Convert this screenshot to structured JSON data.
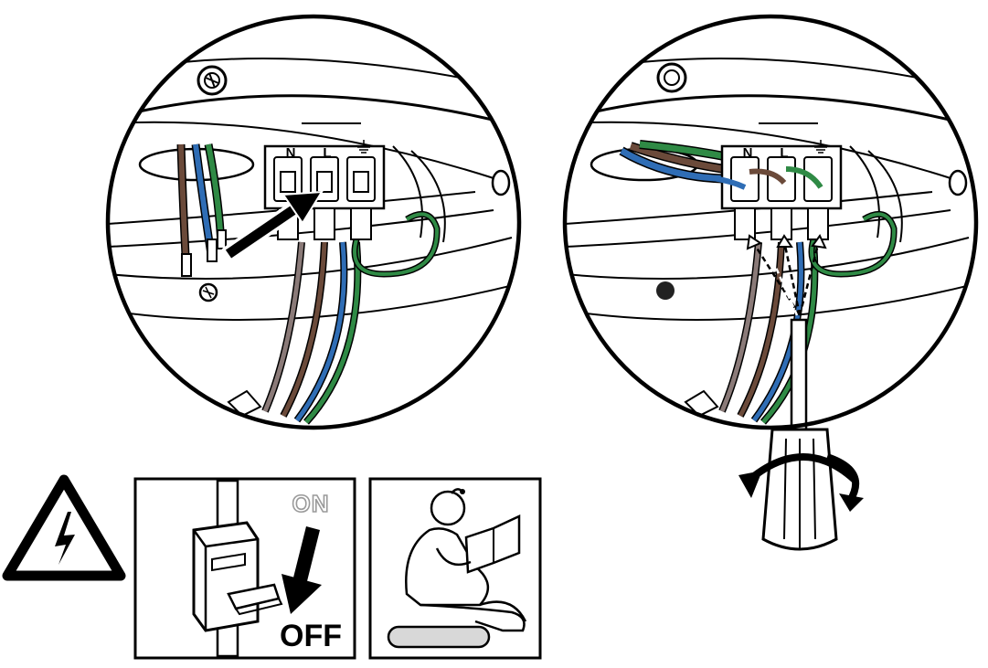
{
  "terminal_labels": {
    "neutral": "N",
    "live": "L"
  },
  "switch_sign": {
    "on_label": "ON",
    "off_label": "OFF"
  },
  "colors": {
    "wire_brown": "#6b4a3a",
    "wire_blue": "#2f6db5",
    "wire_green": "#2f8a45",
    "outline": "#000000",
    "drop_button": "#d8d8d8"
  },
  "icons": [
    "electric-shock-warning-icon",
    "switch-off-breaker-icon",
    "read-manual-icon",
    "terminal-block-icon",
    "screwdriver-icon",
    "rotation-arrow-icon",
    "insert-arrow-icon",
    "ground-symbol-icon"
  ]
}
